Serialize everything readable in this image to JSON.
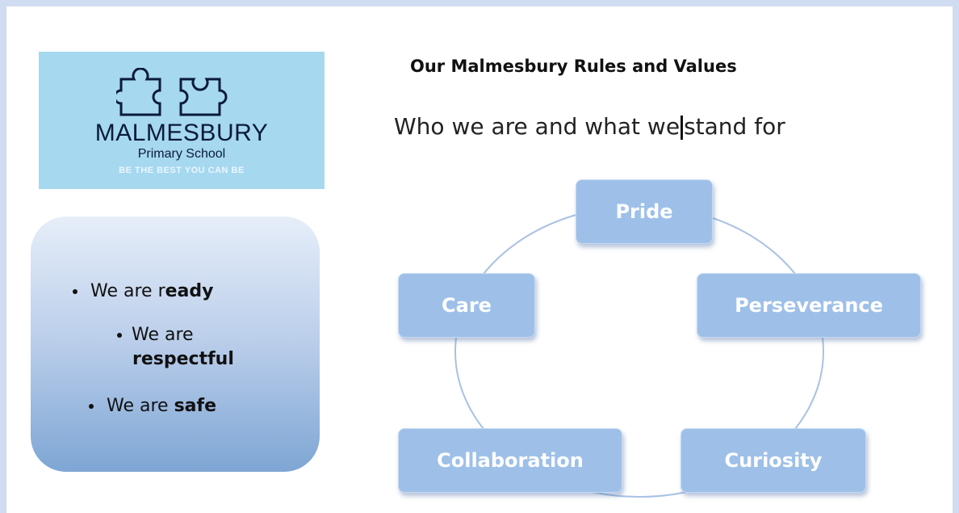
{
  "logo": {
    "name": "MALMESBURY",
    "subtitle": "Primary School",
    "motto": "BE THE BEST YOU CAN BE",
    "icon": "puzzle-pieces"
  },
  "rules": [
    {
      "prefix": "We are r",
      "bold": "eady"
    },
    {
      "prefix": "We are",
      "bold": "respectful"
    },
    {
      "prefix": "We are ",
      "bold": "safe"
    }
  ],
  "heading": {
    "title": "Our Malmesbury Rules and Values",
    "subtitle_before": "Who we are and what we",
    "subtitle_after": "stand for"
  },
  "values": {
    "pride": "Pride",
    "perseverance": "Perseverance",
    "curiosity": "Curiosity",
    "collaboration": "Collaboration",
    "care": "Care"
  },
  "colors": {
    "page_border": "#cfdcf2",
    "logo_bg": "#a6d8f0",
    "node_fill": "#9ec0e8",
    "cycle_line": "#a8c2e4"
  }
}
